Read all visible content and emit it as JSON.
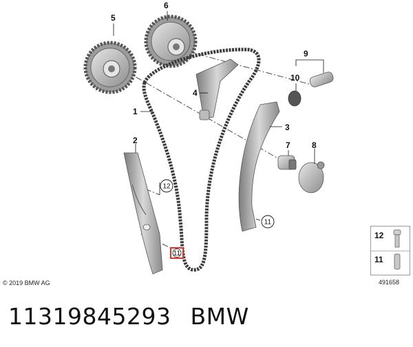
{
  "callouts": {
    "c1": "1",
    "c2": "2",
    "c3": "3",
    "c4": "4",
    "c5": "5",
    "c6": "6",
    "c7": "7",
    "c8": "8",
    "c9": "9",
    "c10": "10",
    "c11_highlighted": "11",
    "c11_right": "11",
    "c12": "12"
  },
  "legend": {
    "item_12": "12",
    "item_11": "11"
  },
  "copyright": "© 2019 BMW AG",
  "reference_number": "491658",
  "footer": {
    "part_number": "11319845293",
    "brand": "BMW"
  },
  "colors": {
    "highlight_box": "#e0342c",
    "part_grey": "#b9b9b9",
    "chain": "#3c3c3c"
  }
}
